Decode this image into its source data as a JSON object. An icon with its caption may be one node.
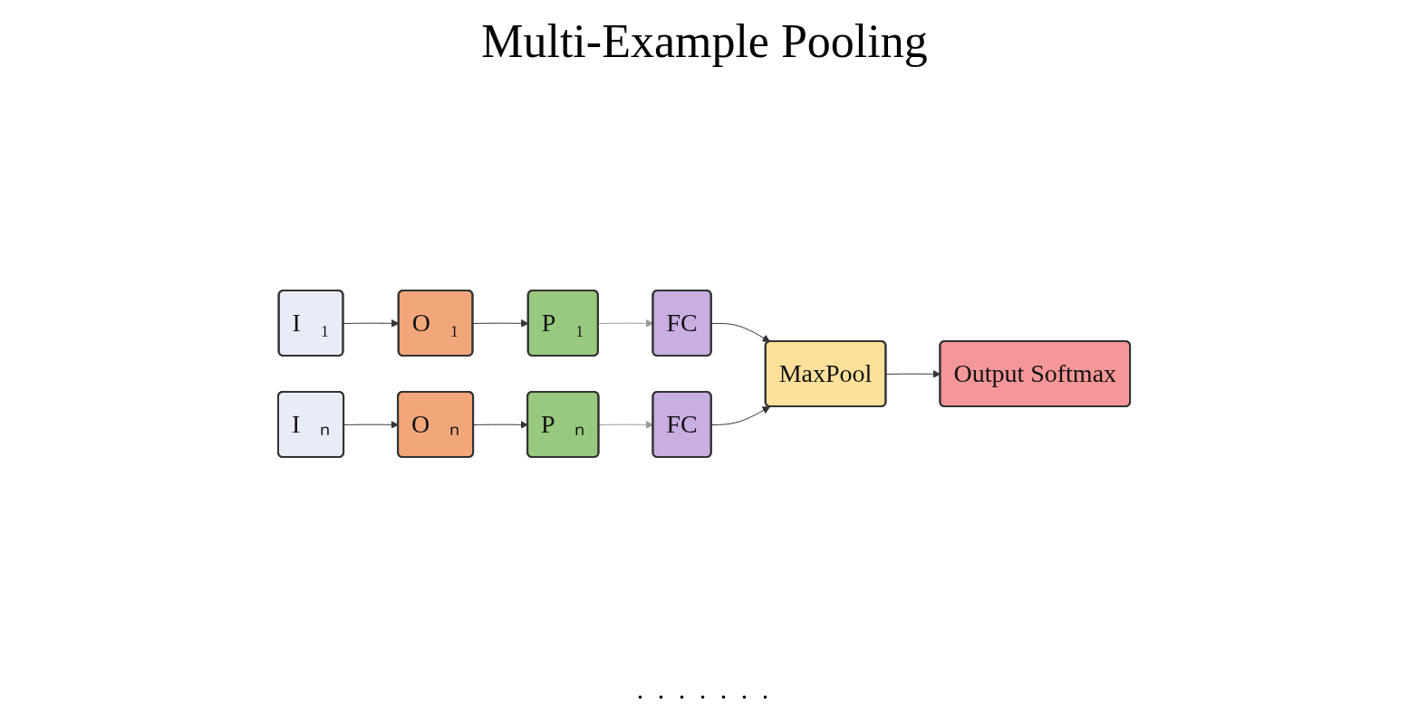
{
  "diagram": {
    "title": "Multi-Example Pooling",
    "nodes": [
      {
        "text": [
          "I⃗₁"
        ]
      },
      {
        "text": [
          "O⃗₁"
        ]
      },
      {
        "text": [
          "P⃗₁"
        ]
      },
      {
        "text": [
          "I⃗ₙ"
        ]
      },
      {
        "text": [
          "O⃗ₙ"
        ]
      },
      {
        "text": [
          "P⃗ₙ"
        ]
      },
      {
        "text": [
          "Output Softmax"
        ]
      },
      {
        "text": [
          "MaxPool"
        ]
      },
      {
        "text": [
          "FC"
        ]
      },
      {
        "text": [
          "FC"
        ]
      }
    ],
    "edges": [
      {
        "from": 0,
        "to": 1,
        "arrow": "to"
      },
      {
        "from": 1,
        "to": 2,
        "arrow": "to"
      },
      {
        "from": 2,
        "to": 8,
        "arrow": "to",
        "color": "#9a9a9a"
      },
      {
        "from": 3,
        "to": 4,
        "arrow": "to"
      },
      {
        "from": 4,
        "to": 5,
        "arrow": "to"
      },
      {
        "from": 5,
        "to": 9,
        "arrow": "to",
        "color": "#9a9a9a"
      },
      {
        "from": 7,
        "to": 6,
        "arrow": "to"
      },
      {
        "from": 8,
        "to": 7,
        "arrow": "to"
      },
      {
        "from": 9,
        "to": 7,
        "arrow": "to"
      }
    ],
    "labels": [
      ". . . . . . ."
    ]
  }
}
